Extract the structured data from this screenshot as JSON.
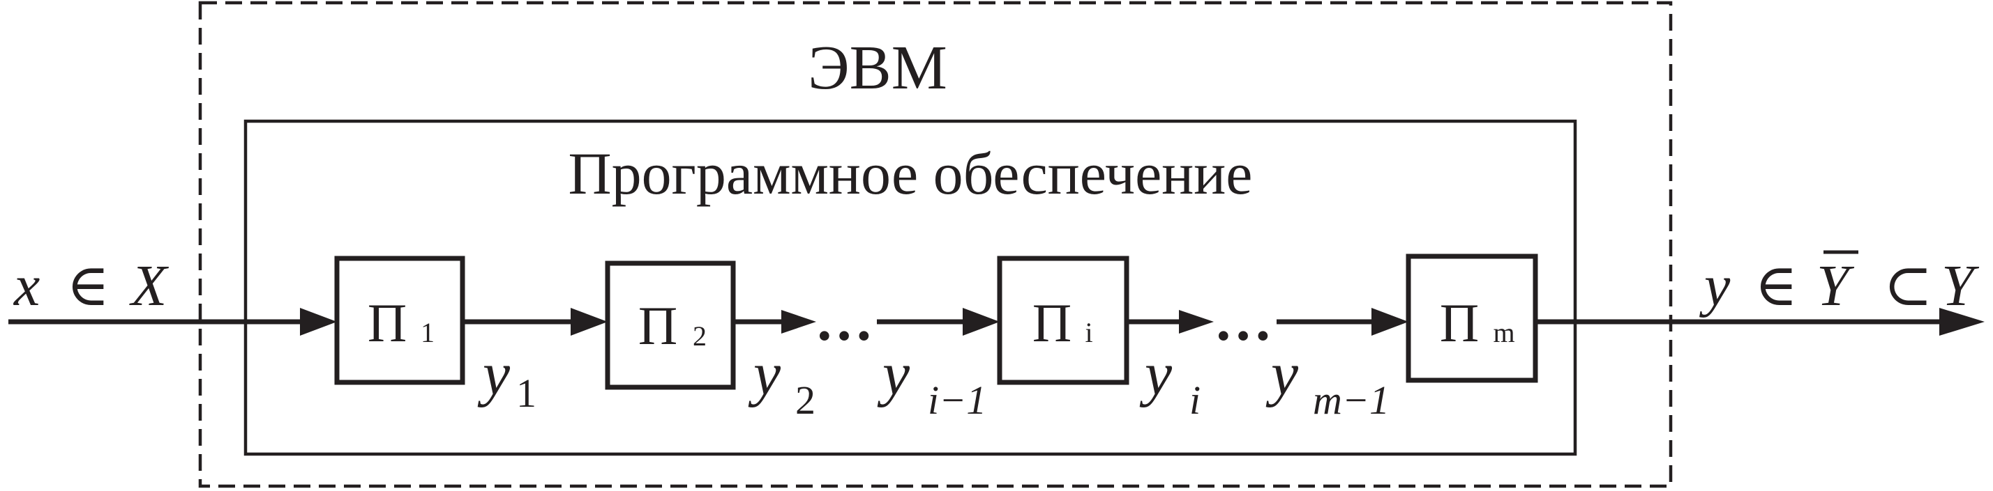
{
  "outer_label": "ЭВМ",
  "inner_label": "Программное обеспечение",
  "input": {
    "x": "x",
    "in": "∈",
    "set": "X"
  },
  "output": {
    "y": "y",
    "in": "∈",
    "set": "Y",
    "subset": "⊂",
    "superset": "Y"
  },
  "blocks": [
    {
      "main": "П",
      "sub": "1"
    },
    {
      "main": "П",
      "sub": "2"
    },
    {
      "main": "П",
      "sub": "i"
    },
    {
      "main": "П",
      "sub": "m"
    }
  ],
  "signals": [
    {
      "name": "y",
      "sub": "1"
    },
    {
      "name": "y",
      "sub": "2"
    },
    {
      "name": "y",
      "sub": "i−1"
    },
    {
      "name": "y",
      "sub": "i"
    },
    {
      "name": "y",
      "sub": "m−1"
    }
  ],
  "ellipsis": "…"
}
